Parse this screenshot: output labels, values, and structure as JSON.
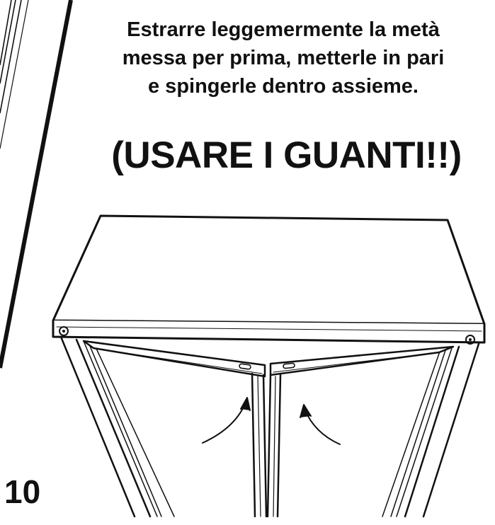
{
  "instruction": {
    "lines": [
      "Estrarre leggemermente la metà",
      "messa per prima, metterle in pari",
      "e spingerle dentro assieme."
    ]
  },
  "warning": "(USARE I GUANTI!!)",
  "step_number": "10",
  "colors": {
    "ink": "#111111",
    "paper": "#ffffff"
  }
}
